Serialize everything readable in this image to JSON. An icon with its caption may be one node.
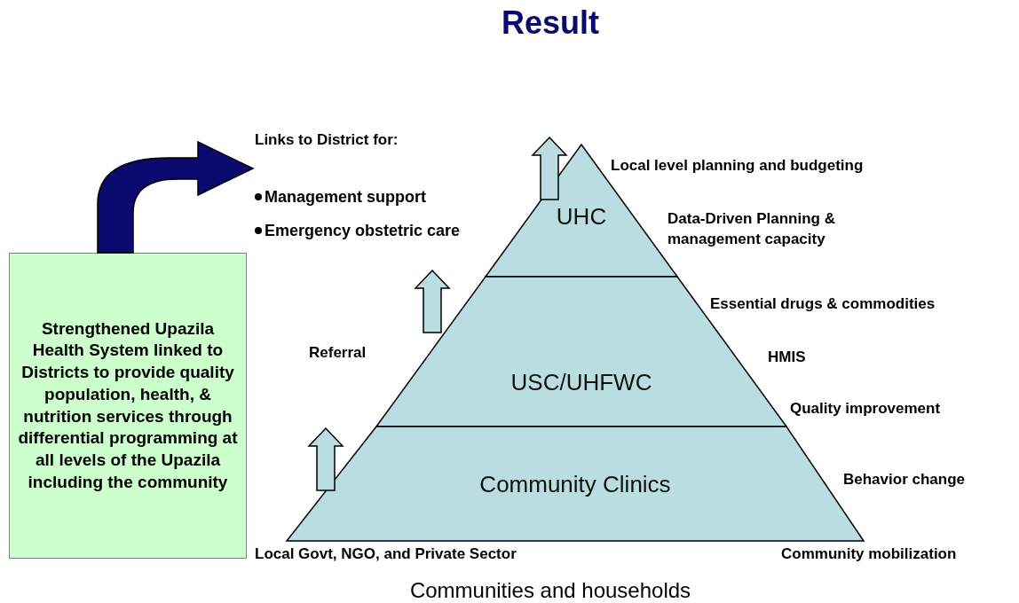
{
  "diagram": {
    "title": "Result",
    "caption": "Communities and households",
    "nodes": [
      {
        "text": [
          "Strengthened Upazila Health System linked to Districts to provide quality population, health, & nutrition services through differential programming at all levels of the Upazila including the community"
        ]
      },
      {
        "text": [
          "Links to District for:",
          "Management support",
          "Emergency obstetric care"
        ]
      },
      {
        "text": [
          "UHC"
        ]
      },
      {
        "text": [
          "USC/UHFWC"
        ]
      },
      {
        "text": [
          "Community Clinics"
        ]
      }
    ],
    "edges": [
      {
        "from": 0,
        "to": 1,
        "arrow": "to",
        "style": "thick"
      }
    ],
    "labels": [
      "Local level planning and budgeting",
      "Data-Driven Planning & management capacity",
      "Essential drugs & commodities",
      "Referral",
      "HMIS",
      "Quality improvement",
      "Behavior change",
      "Local Govt, NGO, and Private Sector",
      "Community mobilization"
    ]
  }
}
